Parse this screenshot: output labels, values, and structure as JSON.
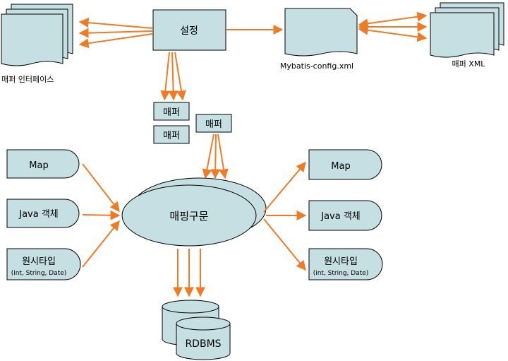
{
  "config": {
    "label": "설정"
  },
  "mapper_interface": {
    "label": "매퍼 인터페이스"
  },
  "mybatis_config": {
    "label": "Mybatis-config.xml"
  },
  "mapper_xml": {
    "label": "매퍼 XML"
  },
  "mappers": [
    {
      "label": "매퍼"
    },
    {
      "label": "매퍼"
    },
    {
      "label": "매퍼"
    }
  ],
  "mapped_statement": {
    "label": "매핑구문"
  },
  "inputs": [
    {
      "label": "Map"
    },
    {
      "label": "Java 객체"
    },
    {
      "label": "원시타입",
      "sub": "(int, String, Date)"
    }
  ],
  "outputs": [
    {
      "label": "Map"
    },
    {
      "label": "Java 객체"
    },
    {
      "label": "원시타입",
      "sub": "(int, String, Date)"
    }
  ],
  "database": {
    "label": "RDBMS"
  },
  "colors": {
    "box_fill": "#c6dfe3",
    "arrow": "#f07b26",
    "stroke": "#000000"
  }
}
